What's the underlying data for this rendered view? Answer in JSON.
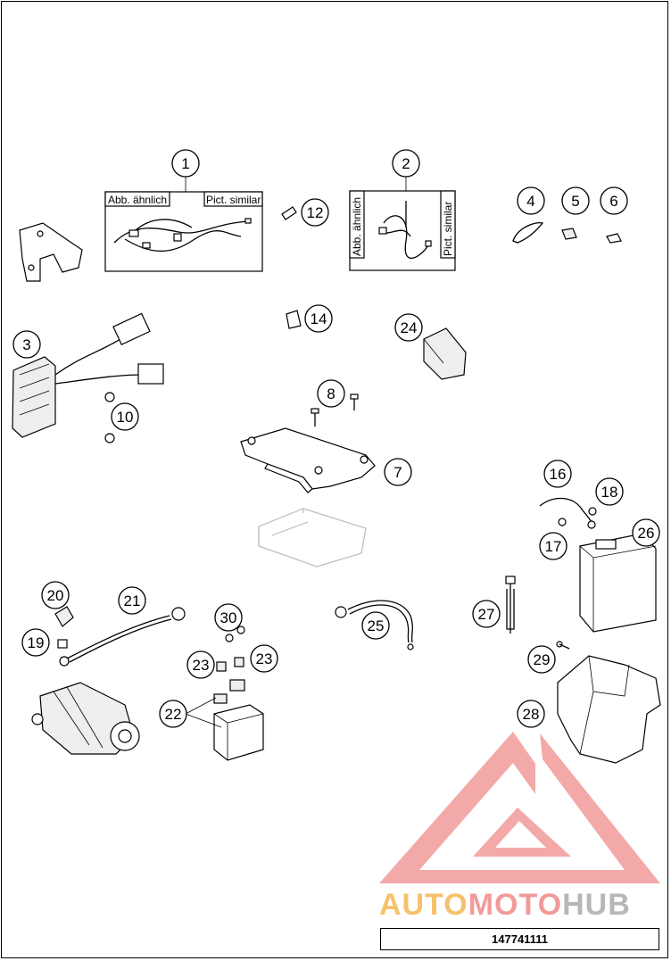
{
  "callouts": [
    {
      "id": "1",
      "label": "1"
    },
    {
      "id": "2",
      "label": "2"
    },
    {
      "id": "3",
      "label": "3"
    },
    {
      "id": "4",
      "label": "4"
    },
    {
      "id": "5",
      "label": "5"
    },
    {
      "id": "6",
      "label": "6"
    },
    {
      "id": "7",
      "label": "7"
    },
    {
      "id": "8",
      "label": "8"
    },
    {
      "id": "10",
      "label": "10"
    },
    {
      "id": "12",
      "label": "12"
    },
    {
      "id": "14",
      "label": "14"
    },
    {
      "id": "16",
      "label": "16"
    },
    {
      "id": "17",
      "label": "17"
    },
    {
      "id": "18",
      "label": "18"
    },
    {
      "id": "19",
      "label": "19"
    },
    {
      "id": "20",
      "label": "20"
    },
    {
      "id": "21",
      "label": "21"
    },
    {
      "id": "22",
      "label": "22"
    },
    {
      "id": "23a",
      "label": "23"
    },
    {
      "id": "23b",
      "label": "23"
    },
    {
      "id": "24",
      "label": "24"
    },
    {
      "id": "25",
      "label": "25"
    },
    {
      "id": "26",
      "label": "26"
    },
    {
      "id": "27",
      "label": "27"
    },
    {
      "id": "28",
      "label": "28"
    },
    {
      "id": "29",
      "label": "29"
    },
    {
      "id": "30",
      "label": "30"
    }
  ],
  "box1": {
    "label_left": "Abb. ähnlich",
    "label_right": "Pict. similar"
  },
  "box2": {
    "label_left": "Abb. ähnlich",
    "label_right": "Pict. similar"
  },
  "watermark": {
    "word_part1": "AUTO",
    "word_part2": "MOTO",
    "word_part3": "HUB",
    "color_main": "#f08a8a",
    "color_accent": "#f5c26b",
    "color_dark": "#b7b7b7"
  },
  "footer": {
    "part_number": "147741111"
  }
}
